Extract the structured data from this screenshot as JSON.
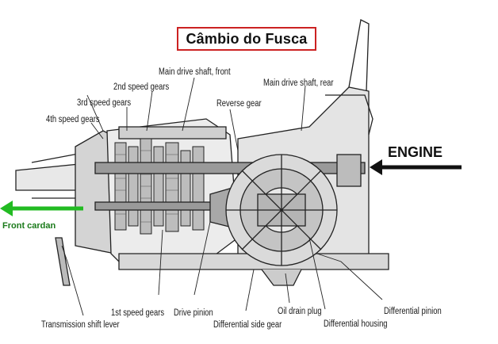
{
  "title": "Câmbio do Fusca",
  "engine_label": "ENGINE",
  "front_label": "Front cardan",
  "colors": {
    "title_border": "#cc2222",
    "front_arrow": "#22bb22",
    "engine_arrow": "#111111"
  },
  "labels": {
    "main_drive_front": "Main drive shaft, front",
    "second_speed": "2nd speed gears",
    "third_speed": "3rd speed gears",
    "fourth_speed": "4th speed gears",
    "reverse_gear": "Reverse gear",
    "main_drive_rear": "Main drive shaft, rear",
    "first_speed": "1st speed gears",
    "drive_pinion": "Drive pinion",
    "oil_drain": "Oil drain plug",
    "diff_pinion": "Differential pinion",
    "trans_lever": "Transmission shift lever",
    "diff_side_gear": "Differential side gear",
    "diff_housing": "Differential housing"
  }
}
